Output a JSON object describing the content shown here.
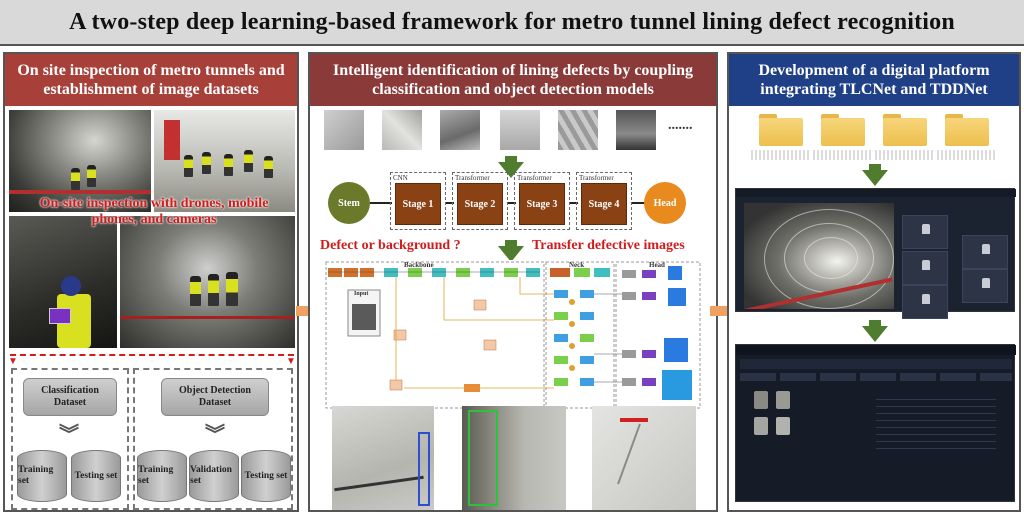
{
  "title": "A two-step deep learning-based framework for metro tunnel lining defect recognition",
  "panels": {
    "left": {
      "header": "On site inspection of metro tunnels and establishment of image datasets",
      "overlay_text": "On-site inspection with drones, mobile phones, and cameras",
      "classification": {
        "title": "Classification Dataset",
        "sets": [
          "Training set",
          "Testing set"
        ]
      },
      "detection": {
        "title": "Object Detection Dataset",
        "sets": [
          "Training set",
          "Validation set",
          "Testing set"
        ]
      }
    },
    "middle": {
      "header": "Intelligent identification of lining defects by coupling classification and object detection models",
      "ellipsis": ".......",
      "stem": "Stem",
      "head": "Head",
      "stages": [
        {
          "tag": "CNN",
          "label": "Stage 1"
        },
        {
          "tag": "Transformer",
          "label": "Stage 2"
        },
        {
          "tag": "Transformer",
          "label": "Stage 3"
        },
        {
          "tag": "Transformer",
          "label": "Stage 4"
        }
      ],
      "defect_question": "Defect or background ?",
      "transfer_text": "Transfer defective images",
      "net_labels": {
        "backbone": "Backbone",
        "neck": "Neck",
        "head": "Head",
        "input": "Input"
      }
    },
    "right": {
      "header": "Development of a digital platform integrating  TLCNet and TDDNet"
    }
  },
  "colors": {
    "left_header": "#a8403a",
    "middle_header": "#8b3a3a",
    "right_header": "#1f3f86",
    "arrow_green": "#4f7c2e",
    "arrow_orange": "#f0a060",
    "stage_brown": "#8a4215",
    "stem_green": "#6b7a2a",
    "head_orange": "#e88a1e",
    "red_text": "#d21c1c"
  }
}
